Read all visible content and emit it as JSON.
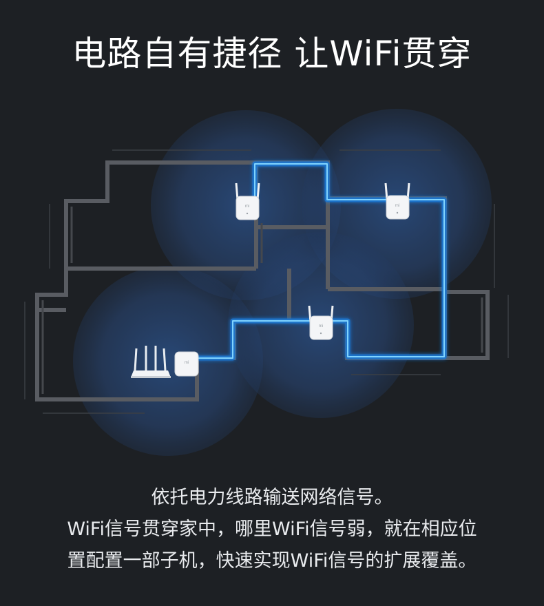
{
  "headline": "电路自有捷径 让WiFi贯穿",
  "caption": {
    "line1": "依托电力线路输送网络信号。",
    "line2": "WiFi信号贯穿家中，哪里WiFi信号弱，就在相应位",
    "line3": "置配置一部子机，快速实现WiFi信号的扩展覆盖。"
  },
  "devices": {
    "plug_logo": "mi",
    "router_logo": "mi"
  },
  "colors": {
    "background": "#1d2024",
    "wall": "#5b5e63",
    "signal_line": "#29a6ff",
    "coverage": "#3a6fb3"
  }
}
